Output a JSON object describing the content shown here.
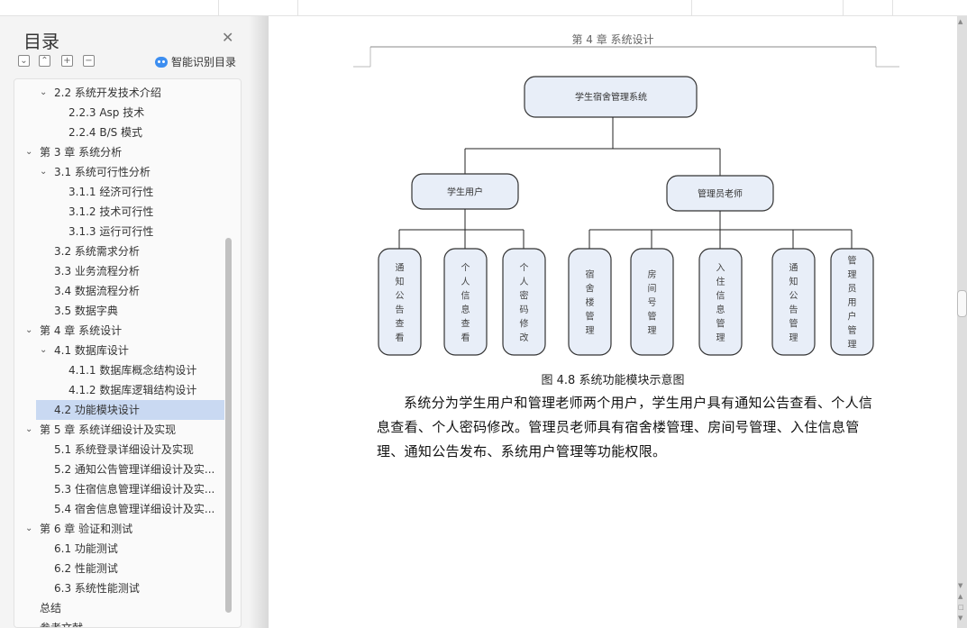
{
  "toc": {
    "title": "目录",
    "smart_label": "智能识别目录",
    "items": [
      {
        "label": "2.2  系统开发技术介绍",
        "level": 2,
        "chev": true
      },
      {
        "label": "2.2.3 Asp 技术",
        "level": 3
      },
      {
        "label": "2.2.4 B/S 模式",
        "level": 3
      },
      {
        "label": "第 3 章  系统分析",
        "level": 1,
        "chev": true
      },
      {
        "label": "3.1  系统可行性分析",
        "level": 2,
        "chev": true
      },
      {
        "label": "3.1.1  经济可行性",
        "level": 3
      },
      {
        "label": "3.1.2  技术可行性",
        "level": 3
      },
      {
        "label": "3.1.3  运行可行性",
        "level": 3
      },
      {
        "label": "3.2  系统需求分析",
        "level": 2
      },
      {
        "label": "3.3  业务流程分析",
        "level": 2
      },
      {
        "label": "3.4  数据流程分析",
        "level": 2
      },
      {
        "label": "3.5  数据字典",
        "level": 2
      },
      {
        "label": "第 4 章  系统设计",
        "level": 1,
        "chev": true
      },
      {
        "label": "4.1 数据库设计",
        "level": 2,
        "chev": true
      },
      {
        "label": "4.1.1  数据库概念结构设计",
        "level": 3
      },
      {
        "label": "4.1.2  数据库逻辑结构设计",
        "level": 3
      },
      {
        "label": "4.2 功能模块设计",
        "level": 2,
        "selected": true
      },
      {
        "label": "第 5 章  系统详细设计及实现",
        "level": 1,
        "chev": true
      },
      {
        "label": "5.1  系统登录详细设计及实现",
        "level": 2
      },
      {
        "label": "5.2  通知公告管理详细设计及实...",
        "level": 2
      },
      {
        "label": "5.3  住宿信息管理详细设计及实...",
        "level": 2
      },
      {
        "label": "5.4  宿舍信息管理详细设计及实...",
        "level": 2
      },
      {
        "label": "第 6 章  验证和测试",
        "level": 1,
        "chev": true
      },
      {
        "label": "6.1  功能测试",
        "level": 2
      },
      {
        "label": "6.2 性能测试",
        "level": 2
      },
      {
        "label": "6.3  系统性能测试",
        "level": 2
      },
      {
        "label": "总结",
        "level": 0
      },
      {
        "label": "参考文献",
        "level": 0
      }
    ]
  },
  "document": {
    "header": "第 4 章  系统设计",
    "diagram": {
      "root": "学生宿舍管理系统",
      "groups": [
        {
          "name": "学生用户",
          "children": [
            "通知公告查看",
            "个人信息查看",
            "个人密码修改"
          ]
        },
        {
          "name": "管理员老师",
          "children": [
            "宿舍楼管理",
            "房间号管理",
            "入住信息管理",
            "通知公告管理",
            "管理员用户管理"
          ]
        }
      ]
    },
    "caption": "图 4.8  系统功能模块示意图",
    "paragraph": "系统分为学生用户和管理老师两个用户，学生用户具有通知公告查看、个人信息查看、个人密码修改。管理员老师具有宿舍楼管理、房间号管理、入住信息管理、通知公告发布、系统用户管理等功能权限。"
  },
  "colors": {
    "box_fill": "#e8eef8",
    "selected": "#c9d9f2"
  }
}
